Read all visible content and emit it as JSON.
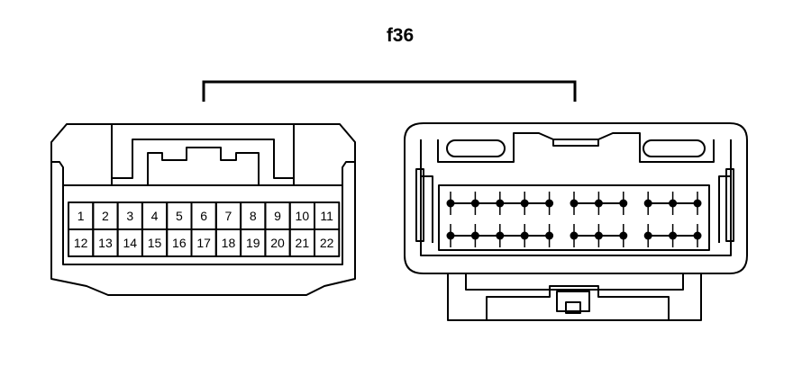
{
  "diagram": {
    "title": "f36",
    "pin_rows": [
      [
        "1",
        "2",
        "3",
        "4",
        "5",
        "6",
        "7",
        "8",
        "9",
        "10",
        "11"
      ],
      [
        "12",
        "13",
        "14",
        "15",
        "16",
        "17",
        "18",
        "19",
        "20",
        "21",
        "22"
      ]
    ],
    "terminal_rows": 2,
    "terminal_cols": 11,
    "terminal_groups": [
      [
        0,
        4
      ],
      [
        5,
        7
      ],
      [
        8,
        10
      ]
    ]
  }
}
